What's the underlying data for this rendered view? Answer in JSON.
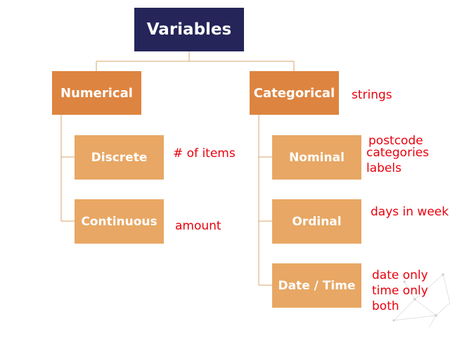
{
  "diagram": {
    "root": {
      "label": "Variables"
    },
    "numerical": {
      "label": "Numerical",
      "children": [
        {
          "label": "Discrete",
          "note": "# of items"
        },
        {
          "label": "Continuous",
          "note": "amount"
        }
      ]
    },
    "categorical": {
      "label": "Categorical",
      "note": "strings",
      "children": [
        {
          "label": "Nominal",
          "note_lines": [
            "postcode",
            "categories",
            "labels"
          ]
        },
        {
          "label": "Ordinal",
          "note_lines": [
            "days in week"
          ]
        },
        {
          "label": "Date / Time",
          "note_lines": [
            "date only",
            "time only",
            "both"
          ]
        }
      ]
    }
  },
  "colors": {
    "root_fill": "#25255a",
    "level1_fill": "#dd8440",
    "level2_fill": "#e8a764",
    "connector": "#d9a46a",
    "annotation": "#e8000d"
  }
}
